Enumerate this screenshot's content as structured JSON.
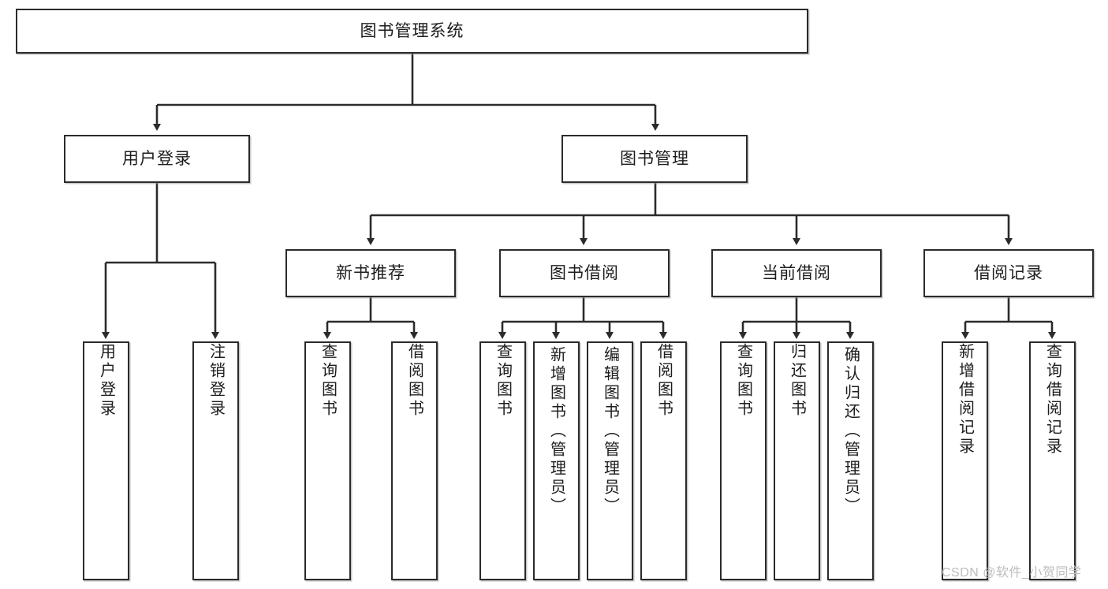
{
  "diagram": {
    "title": "图书管理系统",
    "type": "hierarchy-tree",
    "root": {
      "label": "图书管理系统"
    },
    "level2": [
      {
        "label": "用户登录"
      },
      {
        "label": "图书管理"
      }
    ],
    "level3": [
      {
        "label": "新书推荐"
      },
      {
        "label": "图书借阅"
      },
      {
        "label": "当前借阅"
      },
      {
        "label": "借阅记录"
      }
    ],
    "leaves": {
      "user_login": [
        {
          "label": "用户登录"
        },
        {
          "label": "注销登录"
        }
      ],
      "new_book_recommend": [
        {
          "label": "查询图书"
        },
        {
          "label": "借阅图书"
        }
      ],
      "book_borrow": [
        {
          "label": "查询图书"
        },
        {
          "label": "新增图书（管理员）"
        },
        {
          "label": "编辑图书（管理员）"
        },
        {
          "label": "借阅图书"
        }
      ],
      "current_borrow": [
        {
          "label": "查询图书"
        },
        {
          "label": "归还图书"
        },
        {
          "label": "确认归还（管理员）"
        }
      ],
      "borrow_record": [
        {
          "label": "新增借阅记录"
        },
        {
          "label": "查询借阅记录"
        }
      ]
    }
  },
  "watermark": {
    "text": "CSDN @软件_小贺同学"
  },
  "colors": {
    "stroke": "#2b2b2b",
    "fill": "#ffffff",
    "text": "#1d1d1d",
    "watermark": "#bdbdbd"
  }
}
